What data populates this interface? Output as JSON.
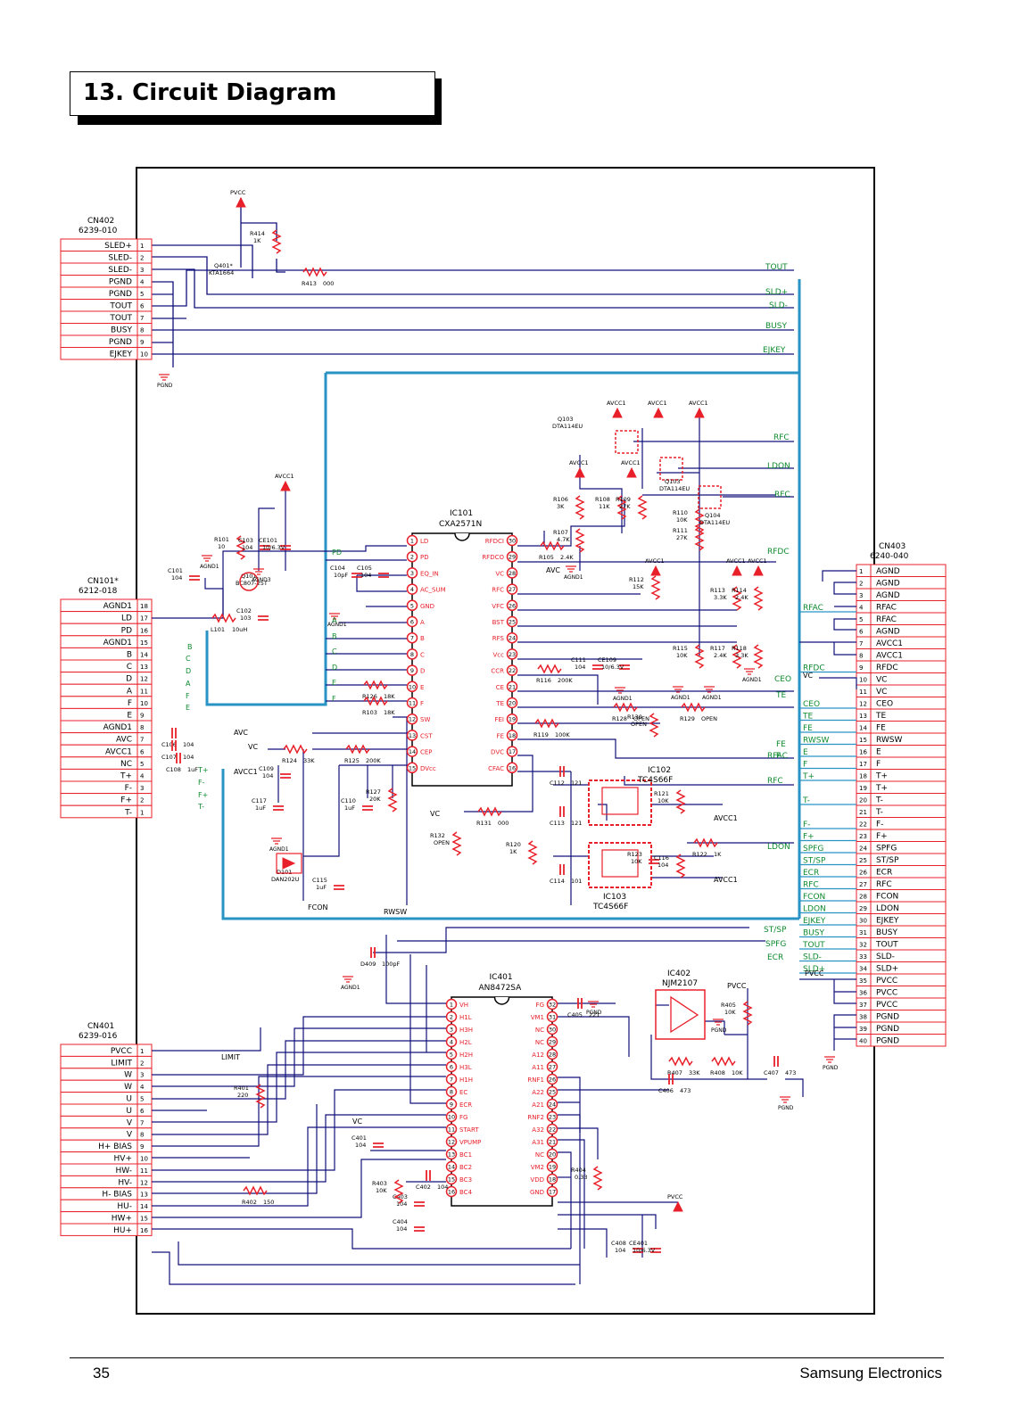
{
  "page": {
    "title": "13. Circuit Diagram",
    "number": "35",
    "brand": "Samsung Electronics"
  },
  "cn402": {
    "name": "CN402",
    "part": "6239-010",
    "pins": [
      {
        "n": "1",
        "label": "SLED+"
      },
      {
        "n": "2",
        "label": "SLED-"
      },
      {
        "n": "3",
        "label": "SLED-"
      },
      {
        "n": "4",
        "label": "PGND"
      },
      {
        "n": "5",
        "label": "PGND"
      },
      {
        "n": "6",
        "label": "TOUT"
      },
      {
        "n": "7",
        "label": "TOUT"
      },
      {
        "n": "8",
        "label": "BUSY"
      },
      {
        "n": "9",
        "label": "PGND"
      },
      {
        "n": "10",
        "label": "EJKEY"
      }
    ]
  },
  "cn101": {
    "name": "CN101*",
    "part": "6212-018",
    "pins": [
      {
        "n": "18",
        "label": "AGND1"
      },
      {
        "n": "17",
        "label": "LD"
      },
      {
        "n": "16",
        "label": "PD"
      },
      {
        "n": "15",
        "label": "AGND1"
      },
      {
        "n": "14",
        "label": "B"
      },
      {
        "n": "13",
        "label": "C"
      },
      {
        "n": "12",
        "label": "D"
      },
      {
        "n": "11",
        "label": "A"
      },
      {
        "n": "10",
        "label": "F"
      },
      {
        "n": "9",
        "label": "E"
      },
      {
        "n": "8",
        "label": "AGND1"
      },
      {
        "n": "7",
        "label": "AVC"
      },
      {
        "n": "6",
        "label": "AVCC1"
      },
      {
        "n": "5",
        "label": "NC"
      },
      {
        "n": "4",
        "label": "T+"
      },
      {
        "n": "3",
        "label": "F-"
      },
      {
        "n": "2",
        "label": "F+"
      },
      {
        "n": "1",
        "label": "T-"
      }
    ]
  },
  "cn401": {
    "name": "CN401",
    "part": "6239-016",
    "pins": [
      {
        "n": "1",
        "label": "PVCC"
      },
      {
        "n": "2",
        "label": "LIMIT"
      },
      {
        "n": "3",
        "label": "W"
      },
      {
        "n": "4",
        "label": "W"
      },
      {
        "n": "5",
        "label": "U"
      },
      {
        "n": "6",
        "label": "U"
      },
      {
        "n": "7",
        "label": "V"
      },
      {
        "n": "8",
        "label": "V"
      },
      {
        "n": "9",
        "label": "H+ BIAS"
      },
      {
        "n": "10",
        "label": "HV+"
      },
      {
        "n": "11",
        "label": "HW-"
      },
      {
        "n": "12",
        "label": "HV-"
      },
      {
        "n": "13",
        "label": "H- BIAS"
      },
      {
        "n": "14",
        "label": "HU-"
      },
      {
        "n": "15",
        "label": "HW+"
      },
      {
        "n": "16",
        "label": "HU+"
      }
    ]
  },
  "cn403": {
    "name": "CN403",
    "part": "6240-040",
    "pins": [
      {
        "n": "1",
        "label": "AGND"
      },
      {
        "n": "2",
        "label": "AGND"
      },
      {
        "n": "3",
        "label": "AGND"
      },
      {
        "n": "4",
        "label": "RFAC"
      },
      {
        "n": "5",
        "label": "RFAC"
      },
      {
        "n": "6",
        "label": "AGND"
      },
      {
        "n": "7",
        "label": "AVCC1"
      },
      {
        "n": "8",
        "label": "AVCC1"
      },
      {
        "n": "9",
        "label": "RFDC"
      },
      {
        "n": "10",
        "label": "VC"
      },
      {
        "n": "11",
        "label": "VC"
      },
      {
        "n": "12",
        "label": "CEO"
      },
      {
        "n": "13",
        "label": "TE"
      },
      {
        "n": "14",
        "label": "FE"
      },
      {
        "n": "15",
        "label": "RWSW"
      },
      {
        "n": "16",
        "label": "E"
      },
      {
        "n": "17",
        "label": "F"
      },
      {
        "n": "18",
        "label": "T+"
      },
      {
        "n": "19",
        "label": "T+"
      },
      {
        "n": "20",
        "label": "T-"
      },
      {
        "n": "21",
        "label": "T-"
      },
      {
        "n": "22",
        "label": "F-"
      },
      {
        "n": "23",
        "label": "F+"
      },
      {
        "n": "24",
        "label": "SPFG"
      },
      {
        "n": "25",
        "label": "ST/SP"
      },
      {
        "n": "26",
        "label": "ECR"
      },
      {
        "n": "27",
        "label": "RFC"
      },
      {
        "n": "28",
        "label": "FCON"
      },
      {
        "n": "29",
        "label": "LDON"
      },
      {
        "n": "30",
        "label": "EJKEY"
      },
      {
        "n": "31",
        "label": "BUSY"
      },
      {
        "n": "32",
        "label": "TOUT"
      },
      {
        "n": "33",
        "label": "SLD-"
      },
      {
        "n": "34",
        "label": "SLD+"
      },
      {
        "n": "35",
        "label": "PVCC"
      },
      {
        "n": "36",
        "label": "PVCC"
      },
      {
        "n": "37",
        "label": "PVCC"
      },
      {
        "n": "38",
        "label": "PGND"
      },
      {
        "n": "39",
        "label": "PGND"
      },
      {
        "n": "40",
        "label": "PGND"
      }
    ]
  },
  "cn403_nets": [
    "",
    "",
    "",
    "RFAC",
    "",
    "",
    "",
    "",
    "RFDC",
    "",
    "",
    "CEO",
    "TE",
    "FE",
    "RWSW",
    "E",
    "F",
    "T+",
    "",
    "T-",
    "",
    "F-",
    "F+",
    "SPFG",
    "ST/SP",
    "ECR",
    "RFC",
    "FCON",
    "LDON",
    "EJKEY",
    "BUSY",
    "TOUT",
    "SLD-",
    "SLD+",
    "",
    "",
    "",
    "",
    "",
    ""
  ],
  "ic101": {
    "name": "IC101",
    "part": "CXA2571N",
    "left": [
      {
        "n": "1",
        "label": "LD"
      },
      {
        "n": "2",
        "label": "PD"
      },
      {
        "n": "3",
        "label": "EQ_IN"
      },
      {
        "n": "4",
        "label": "AC_SUM"
      },
      {
        "n": "5",
        "label": "GND"
      },
      {
        "n": "6",
        "label": "A"
      },
      {
        "n": "7",
        "label": "B"
      },
      {
        "n": "8",
        "label": "C"
      },
      {
        "n": "9",
        "label": "D"
      },
      {
        "n": "10",
        "label": "E"
      },
      {
        "n": "11",
        "label": "F"
      },
      {
        "n": "12",
        "label": "SW"
      },
      {
        "n": "13",
        "label": "CST"
      },
      {
        "n": "14",
        "label": "CEP"
      },
      {
        "n": "15",
        "label": "DVcc"
      }
    ],
    "right": [
      {
        "n": "30",
        "label": "RFDCI"
      },
      {
        "n": "29",
        "label": "RFDCO"
      },
      {
        "n": "28",
        "label": "VC"
      },
      {
        "n": "27",
        "label": "RFC"
      },
      {
        "n": "26",
        "label": "VFC"
      },
      {
        "n": "25",
        "label": "BST"
      },
      {
        "n": "24",
        "label": "RFS"
      },
      {
        "n": "23",
        "label": "Vcc"
      },
      {
        "n": "22",
        "label": "CCR"
      },
      {
        "n": "21",
        "label": "CE"
      },
      {
        "n": "20",
        "label": "TE"
      },
      {
        "n": "19",
        "label": "FEI"
      },
      {
        "n": "18",
        "label": "FE"
      },
      {
        "n": "17",
        "label": "DVC"
      },
      {
        "n": "16",
        "label": "CFAC"
      }
    ]
  },
  "ic401": {
    "name": "IC401",
    "part": "AN8472SA",
    "left": [
      {
        "n": "1",
        "label": "VH"
      },
      {
        "n": "2",
        "label": "H1L"
      },
      {
        "n": "3",
        "label": "H3H"
      },
      {
        "n": "4",
        "label": "H2L"
      },
      {
        "n": "5",
        "label": "H2H"
      },
      {
        "n": "6",
        "label": "H3L"
      },
      {
        "n": "7",
        "label": "H1H"
      },
      {
        "n": "8",
        "label": "EC"
      },
      {
        "n": "9",
        "label": "ECR"
      },
      {
        "n": "10",
        "label": "FG"
      },
      {
        "n": "11",
        "label": "START"
      },
      {
        "n": "12",
        "label": "VPUMP"
      },
      {
        "n": "13",
        "label": "BC1"
      },
      {
        "n": "14",
        "label": "BC2"
      },
      {
        "n": "15",
        "label": "BC3"
      },
      {
        "n": "16",
        "label": "BC4"
      }
    ],
    "right": [
      {
        "n": "32",
        "label": "FG"
      },
      {
        "n": "31",
        "label": "VM1"
      },
      {
        "n": "30",
        "label": "NC"
      },
      {
        "n": "29",
        "label": "NC"
      },
      {
        "n": "28",
        "label": "A12"
      },
      {
        "n": "27",
        "label": "A11"
      },
      {
        "n": "26",
        "label": "RNF1"
      },
      {
        "n": "25",
        "label": "A22"
      },
      {
        "n": "24",
        "label": "A21"
      },
      {
        "n": "23",
        "label": "RNF2"
      },
      {
        "n": "22",
        "label": "A32"
      },
      {
        "n": "21",
        "label": "A31"
      },
      {
        "n": "20",
        "label": "NC"
      },
      {
        "n": "19",
        "label": "VM2"
      },
      {
        "n": "18",
        "label": "VDD"
      },
      {
        "n": "17",
        "label": "GND"
      }
    ]
  },
  "ic102": {
    "name": "IC102",
    "part": "TC4S66F"
  },
  "ic103": {
    "name": "IC103",
    "part": "TC4S66F"
  },
  "ic402": {
    "name": "IC402",
    "part": "NJM2107"
  },
  "power_tags": [
    {
      "id": "pvcc-top",
      "label": "PVCC"
    },
    {
      "id": "avcc1-a",
      "label": "AVCC1"
    },
    {
      "id": "avcc1-b",
      "label": "AVCC1"
    },
    {
      "id": "avcc1-c",
      "label": "AVCC1"
    },
    {
      "id": "avcc1-d",
      "label": "AVCC1"
    },
    {
      "id": "avcc1-e",
      "label": "AVCC1"
    },
    {
      "id": "avcc1-f",
      "label": "AVCC1"
    },
    {
      "id": "avcc1-g",
      "label": "AVCC1"
    },
    {
      "id": "avcc1-h",
      "label": "AVCC1"
    },
    {
      "id": "avcc1-i",
      "label": "AVCC1"
    },
    {
      "id": "pvcc-ic401",
      "label": "PVCC"
    }
  ],
  "bus_labels": [
    "TOUT",
    "SLD+",
    "SLD-",
    "BUSY",
    "EJKEY",
    "RFC",
    "LDON",
    "RFC",
    "RFDC",
    "RFAC",
    "RFC",
    "LDON",
    "ST/SP",
    "SPFG",
    "ECR",
    "TE",
    "FE",
    "F",
    "CEO"
  ],
  "components": [
    {
      "ref": "R414",
      "val": "1K"
    },
    {
      "ref": "Q401*",
      "val": "KTA1664"
    },
    {
      "ref": "R413",
      "val": "000"
    },
    {
      "ref": "Q103",
      "val": "DTA114EU"
    },
    {
      "ref": "Q103",
      "val": "DTA114EU"
    },
    {
      "ref": "Q104",
      "val": "DTA114EU"
    },
    {
      "ref": "R106",
      "val": "3K"
    },
    {
      "ref": "R108",
      "val": "11K"
    },
    {
      "ref": "R109",
      "val": "27K"
    },
    {
      "ref": "R110",
      "val": "10K"
    },
    {
      "ref": "R111",
      "val": "27K"
    },
    {
      "ref": "R107",
      "val": "4.7K"
    },
    {
      "ref": "R105",
      "val": "2.4K"
    },
    {
      "ref": "R112",
      "val": "15K"
    },
    {
      "ref": "R113",
      "val": "3.3K"
    },
    {
      "ref": "R114",
      "val": "2.4K"
    },
    {
      "ref": "R115",
      "val": "10K"
    },
    {
      "ref": "R117",
      "val": "2.4K"
    },
    {
      "ref": "R118",
      "val": "3.3K"
    },
    {
      "ref": "R116",
      "val": "200K"
    },
    {
      "ref": "C111",
      "val": "104"
    },
    {
      "ref": "CE109",
      "val": "10/6.3V"
    },
    {
      "ref": "R128",
      "val": "OPEN"
    },
    {
      "ref": "R129",
      "val": "OPEN"
    },
    {
      "ref": "R130",
      "val": "OPEN"
    },
    {
      "ref": "R119",
      "val": "100K"
    },
    {
      "ref": "C101",
      "val": "104"
    },
    {
      "ref": "R101",
      "val": "10"
    },
    {
      "ref": "C103",
      "val": "104"
    },
    {
      "ref": "CE101",
      "val": "10/6.3V"
    },
    {
      "ref": "Q101",
      "val": "BC807-25T"
    },
    {
      "ref": "L101",
      "val": "10uH"
    },
    {
      "ref": "C102",
      "val": "103"
    },
    {
      "ref": "C104",
      "val": "10pF"
    },
    {
      "ref": "C105",
      "val": "104"
    },
    {
      "ref": "C106",
      "val": "104"
    },
    {
      "ref": "C107",
      "val": "104"
    },
    {
      "ref": "C108",
      "val": "1uF"
    },
    {
      "ref": "R124",
      "val": "33K"
    },
    {
      "ref": "R125",
      "val": "200K"
    },
    {
      "ref": "R126",
      "val": "18K"
    },
    {
      "ref": "R103",
      "val": "18K"
    },
    {
      "ref": "C109",
      "val": "104"
    },
    {
      "ref": "C117",
      "val": "1uF"
    },
    {
      "ref": "C110",
      "val": "1uF"
    },
    {
      "ref": "R127",
      "val": "20K"
    },
    {
      "ref": "R131",
      "val": "000"
    },
    {
      "ref": "R132",
      "val": "OPEN"
    },
    {
      "ref": "D101",
      "val": "DAN202U"
    },
    {
      "ref": "C115",
      "val": "1uF"
    },
    {
      "ref": "C112",
      "val": "121"
    },
    {
      "ref": "C113",
      "val": "121"
    },
    {
      "ref": "C114",
      "val": "101"
    },
    {
      "ref": "R120",
      "val": "1K"
    },
    {
      "ref": "R121",
      "val": "10K"
    },
    {
      "ref": "R122",
      "val": "1K"
    },
    {
      "ref": "R123",
      "val": "10K"
    },
    {
      "ref": "C116",
      "val": "104"
    },
    {
      "ref": "D409",
      "val": "100pF"
    },
    {
      "ref": "C405",
      "val": "221"
    },
    {
      "ref": "R405",
      "val": "10K"
    },
    {
      "ref": "R407",
      "val": "33K"
    },
    {
      "ref": "R408",
      "val": "10K"
    },
    {
      "ref": "C407",
      "val": "473"
    },
    {
      "ref": "C406",
      "val": "473"
    },
    {
      "ref": "R401",
      "val": "220"
    },
    {
      "ref": "R402",
      "val": "150"
    },
    {
      "ref": "C401",
      "val": "104"
    },
    {
      "ref": "C402",
      "val": "104"
    },
    {
      "ref": "C403",
      "val": "104"
    },
    {
      "ref": "C404",
      "val": "104"
    },
    {
      "ref": "R403",
      "val": "10K"
    },
    {
      "ref": "R404",
      "val": "0.33"
    },
    {
      "ref": "C408",
      "val": "104"
    },
    {
      "ref": "CE401",
      "val": "10/6.3V"
    }
  ],
  "gnd_labels": [
    "PGND",
    "AGND1",
    "AGND3",
    "AGND1",
    "AGND1",
    "AGND1",
    "AGND1",
    "AGND1",
    "AGND1",
    "AGND1",
    "PGND",
    "PGND",
    "PGND",
    "PGND",
    "AGND1"
  ],
  "misc_labels": [
    "AVC",
    "AVC",
    "VC",
    "VC",
    "VC",
    "VC",
    "PVCC",
    "AVCC1",
    "AVCC1",
    "AVCC1",
    "LIMIT",
    "FCON",
    "RWSW",
    "PVCC",
    "PD",
    "A",
    "B",
    "C",
    "D",
    "E",
    "F",
    "B",
    "C",
    "D",
    "A",
    "F",
    "E",
    "T+",
    "F-",
    "F+",
    "T-"
  ],
  "colors": {
    "component": "#e8202a",
    "bus": "#2a93c6",
    "net_label": "#0e8a2e",
    "wire": "#10107a",
    "outline": "#000000"
  }
}
